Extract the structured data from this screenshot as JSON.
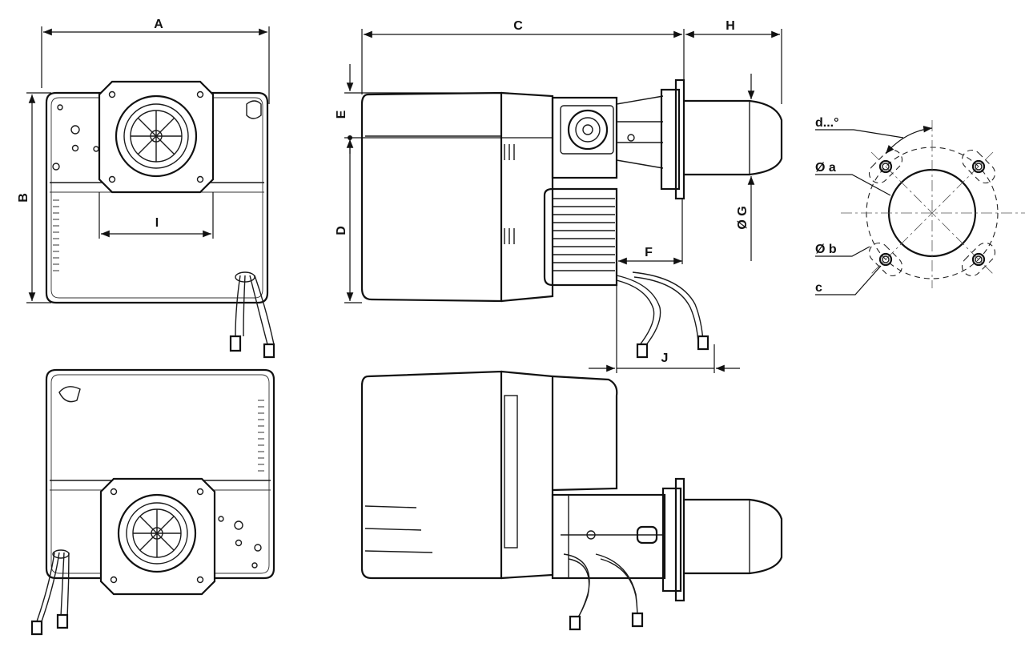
{
  "labels": {
    "A": "A",
    "B": "B",
    "C": "C",
    "D": "D",
    "E": "E",
    "F": "F",
    "G": "Ø G",
    "H": "H",
    "I": "I",
    "J": "J",
    "a": "Ø a",
    "b": "Ø b",
    "c": "c",
    "d": "d...°"
  }
}
